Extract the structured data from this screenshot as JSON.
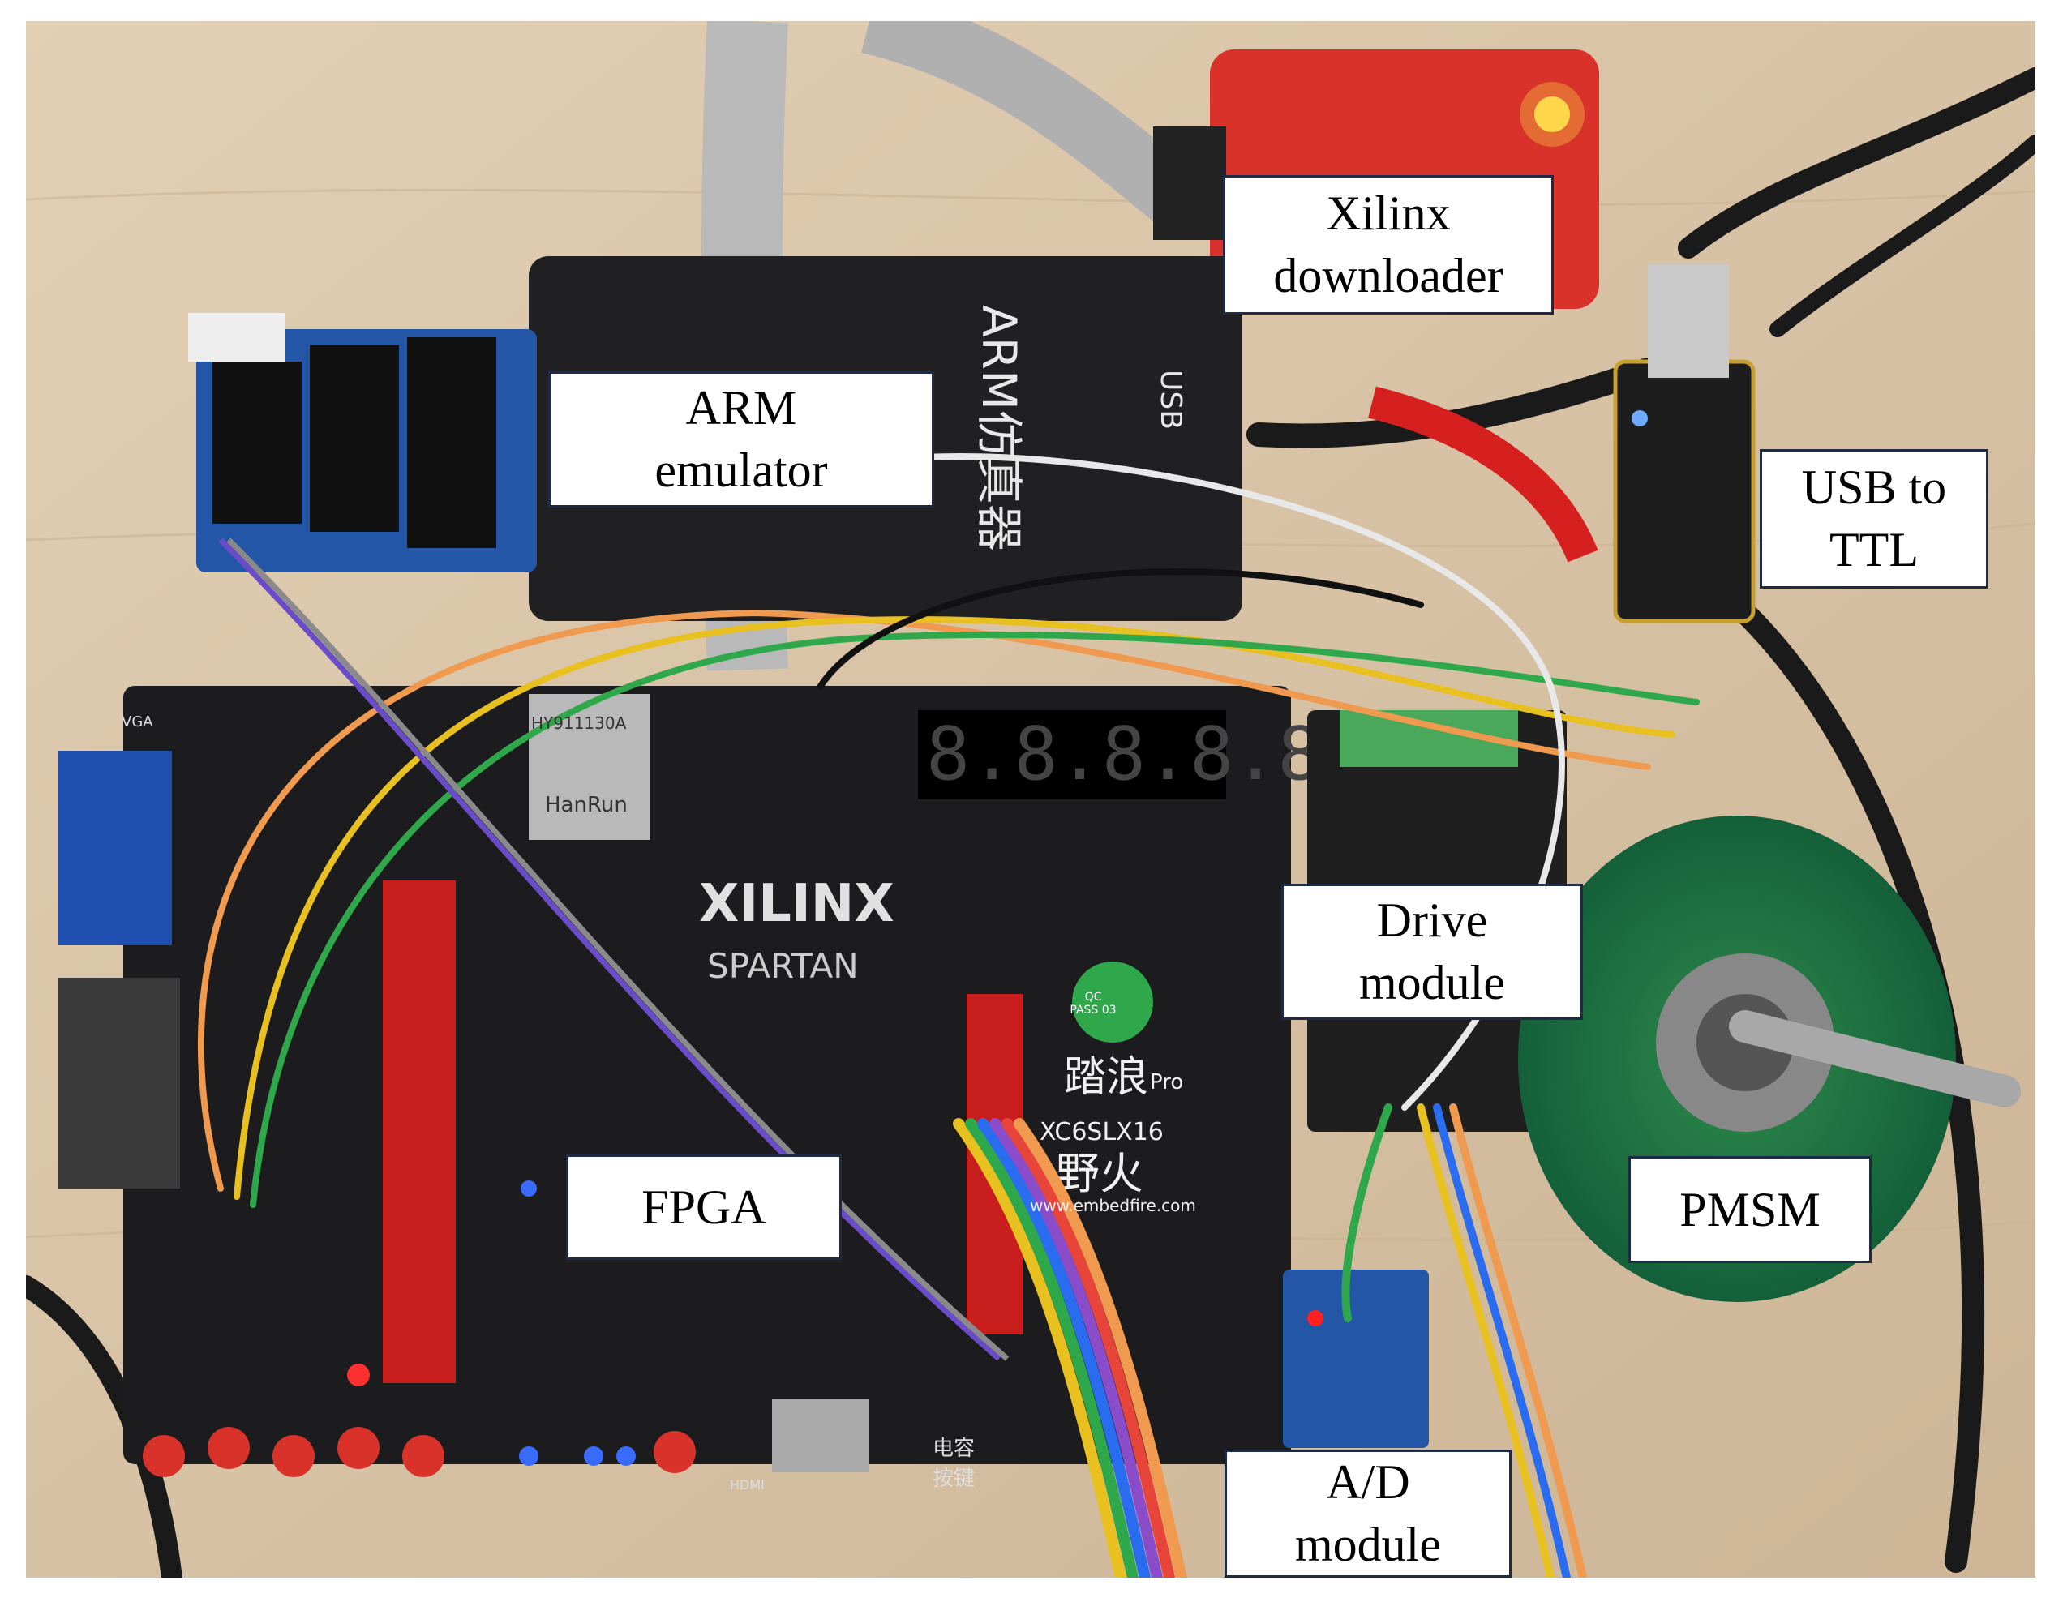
{
  "labels": {
    "xilinx_downloader": {
      "line1": "Xilinx",
      "line2": "downloader"
    },
    "arm_emulator": {
      "line1": "ARM",
      "line2": "emulator"
    },
    "usb_to_ttl": {
      "line1": "USB to",
      "line2": "TTL"
    },
    "drive_module": {
      "line1": "Drive",
      "line2": "module"
    },
    "fpga": {
      "line1": "FPGA"
    },
    "pmsm": {
      "line1": "PMSM"
    },
    "ad_module": {
      "line1": "A/D",
      "line2": "module"
    }
  },
  "photo_text": {
    "arm_box": "ARM仿真器",
    "arm_box_usb": "USB",
    "board_brand": "XILINX",
    "board_family": "SPARTAN",
    "board_name": "踏浪",
    "board_name_suffix": "Pro",
    "board_chip": "XC6SLX16",
    "board_maker": "野火",
    "board_url": "www.embedfire.com",
    "seven_segment": "8.8.8.8.8.8.",
    "qc_badge": "QC PASS 03",
    "ethernet_top": "HY911130A",
    "ethernet_maker": "HanRun",
    "hdmi": "HDMI",
    "touch_keys": "电容按键",
    "vga": "VGA"
  },
  "colors": {
    "wood": "#d8c4a8",
    "board": "#1c1c1e",
    "xilinx_red": "#d8322a",
    "arm_black": "#202022",
    "blue_board": "#2456a8",
    "label_border": "#1f2a44"
  }
}
